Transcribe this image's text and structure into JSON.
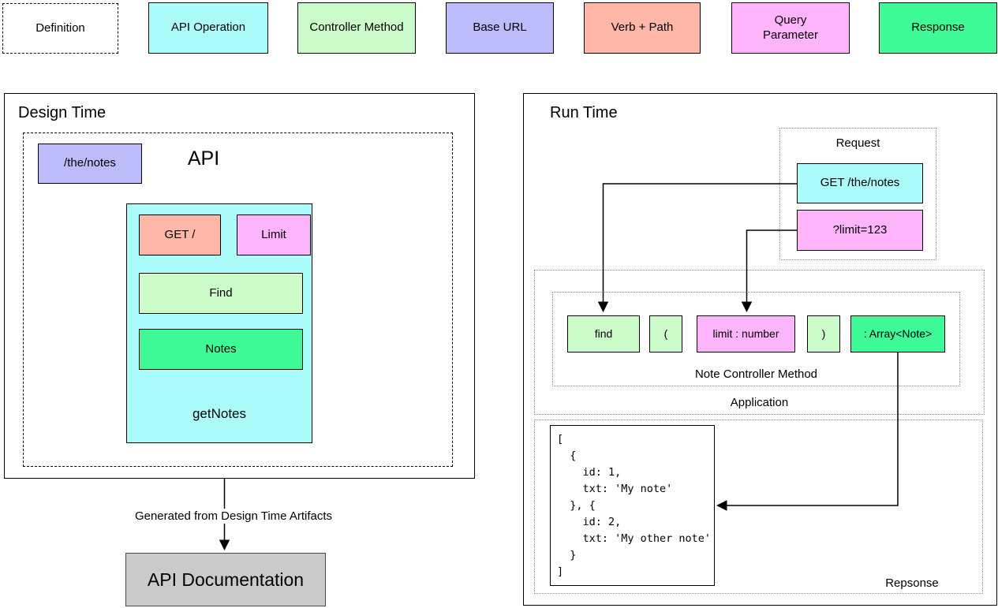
{
  "colors": {
    "definition_bg": "#ffffff",
    "api_operation": "#adfcfc",
    "controller_method": "#ccfbca",
    "base_url": "#bcbcfa",
    "verb_path": "#ffb8a8",
    "query_parameter": "#feb5fc",
    "response": "#3efa97",
    "documentation": "#cbcbcb",
    "line": "#000000"
  },
  "legend": {
    "items": [
      {
        "label": "Definition"
      },
      {
        "label": "API Operation"
      },
      {
        "label": "Controller Method"
      },
      {
        "label": "Base URL"
      },
      {
        "label": "Verb + Path"
      },
      {
        "label": "Query Parameter"
      },
      {
        "label": "Response"
      }
    ]
  },
  "design_time": {
    "title": "Design Time",
    "api_box_label": "API",
    "base_url_chip": "/the/notes",
    "operation": {
      "verb_path_chip": "GET /",
      "query_param_chip": "Limit",
      "controller_chip": "Find",
      "response_chip": "Notes",
      "operation_name": "getNotes"
    },
    "arrow_label": "Generated from Design Time Artifacts",
    "documentation_label": "API Documentation"
  },
  "run_time": {
    "title": "Run Time",
    "request": {
      "label": "Request",
      "verb_path_chip": "GET /the/notes",
      "query_param_chip": "?limit=123"
    },
    "application": {
      "label": "Application",
      "controller": {
        "label": "Note Controller Method",
        "tokens": {
          "method_name": "find",
          "open_paren": "(",
          "parameter": "limit : number",
          "close_paren": ")",
          "return_type": ": Array<Note>"
        }
      }
    },
    "response": {
      "label": "Repsonse",
      "code_lines": [
        "[",
        "  {",
        "    id: 1,",
        "    txt: 'My note'",
        "  }, {",
        "    id: 2,",
        "    txt: 'My other note'",
        "  }",
        "]"
      ]
    }
  }
}
